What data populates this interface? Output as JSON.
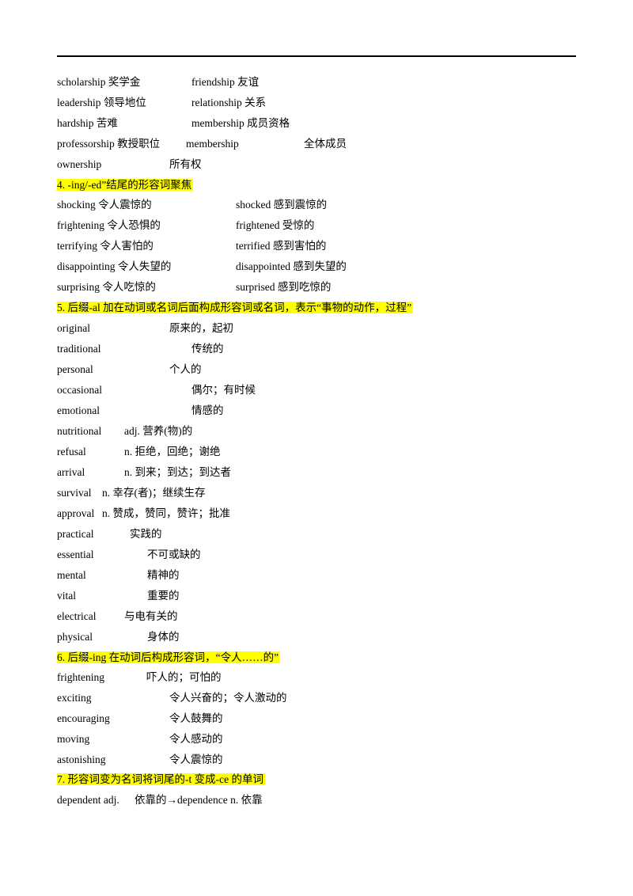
{
  "section_suffix_ship": {
    "rows": [
      [
        "scholarship 奖学金",
        "friendship 友谊",
        ""
      ],
      [
        "leadership 领导地位",
        "relationship 关系",
        ""
      ],
      [
        "hardship 苦难",
        "membership 成员资格",
        ""
      ],
      [
        "professorship 教授职位",
        "membership",
        "全体成员"
      ],
      [
        "ownership",
        "所有权",
        ""
      ]
    ]
  },
  "section4": {
    "heading": "4. -ing/-ed”结尾的形容词聚焦",
    "rows": [
      [
        "shocking 令人震惊的",
        "shocked 感到震惊的"
      ],
      [
        "frightening 令人恐惧的",
        "frightened 受惊的"
      ],
      [
        "terrifying 令人害怕的",
        "terrified 感到害怕的"
      ],
      [
        "disappointing 令人失望的",
        "disappointed 感到失望的"
      ],
      [
        "surprising 令人吃惊的",
        "surprised 感到吃惊的"
      ]
    ]
  },
  "section5": {
    "heading": "5. 后缀-al 加在动词或名词后面构成形容词或名词，表示“事物的动作，过程”",
    "rows": [
      [
        "original",
        "原来的，起初"
      ],
      [
        "traditional",
        "传统的"
      ],
      [
        "personal",
        "个人的"
      ],
      [
        "occasional",
        "偶尔；有时候"
      ],
      [
        "emotional",
        "情感的"
      ],
      [
        "nutritional",
        "adj. 营养(物)的"
      ],
      [
        "refusal",
        "n. 拒绝，回绝；谢绝"
      ],
      [
        "arrival",
        "n. 到来；到达；到达者"
      ],
      [
        "survival",
        "n. 幸存(者)；继续生存"
      ],
      [
        "approval",
        "n. 赞成，赞同，赞许；批准"
      ],
      [
        "practical",
        "实践的"
      ],
      [
        "essential",
        "不可或缺的"
      ],
      [
        "mental",
        "精神的"
      ],
      [
        "vital",
        "重要的"
      ],
      [
        "electrical",
        "与电有关的"
      ],
      [
        "physical",
        "身体的"
      ]
    ]
  },
  "section6": {
    "heading": "6. 后缀-ing 在动词后构成形容词，“令人……的”",
    "rows": [
      [
        "frightening",
        "吓人的；可怕的"
      ],
      [
        "exciting",
        "令人兴奋的；令人激动的"
      ],
      [
        "encouraging",
        "令人鼓舞的"
      ],
      [
        "moving",
        "令人感动的"
      ],
      [
        "astonishing",
        "令人震惊的"
      ]
    ]
  },
  "section7": {
    "heading": "7. 形容词变为名词将词尾的-t 变成-ce 的单词",
    "rows": [
      [
        "dependent adj.",
        "依靠的→dependence n. 依靠"
      ]
    ]
  }
}
